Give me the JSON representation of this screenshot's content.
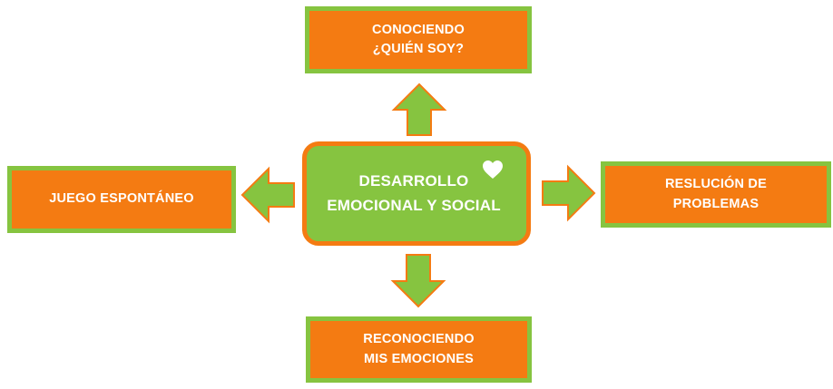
{
  "diagram": {
    "center": {
      "line1": "DESARROLLO",
      "line2": "EMOCIONAL Y SOCIAL",
      "icon": "heart-icon"
    },
    "top": {
      "line1": "CONOCIENDO",
      "line2": "¿QUIÉN SOY?"
    },
    "left": {
      "line1": "JUEGO ESPONTÁNEO"
    },
    "right": {
      "line1": "RESLUCIÓN DE",
      "line2": "PROBLEMAS"
    },
    "bottom": {
      "line1": "RECONOCIENDO",
      "line2": "MIS EMOCIONES"
    }
  },
  "colors": {
    "orange": "#f47b12",
    "green": "#86c440",
    "text": "#ffffff"
  }
}
